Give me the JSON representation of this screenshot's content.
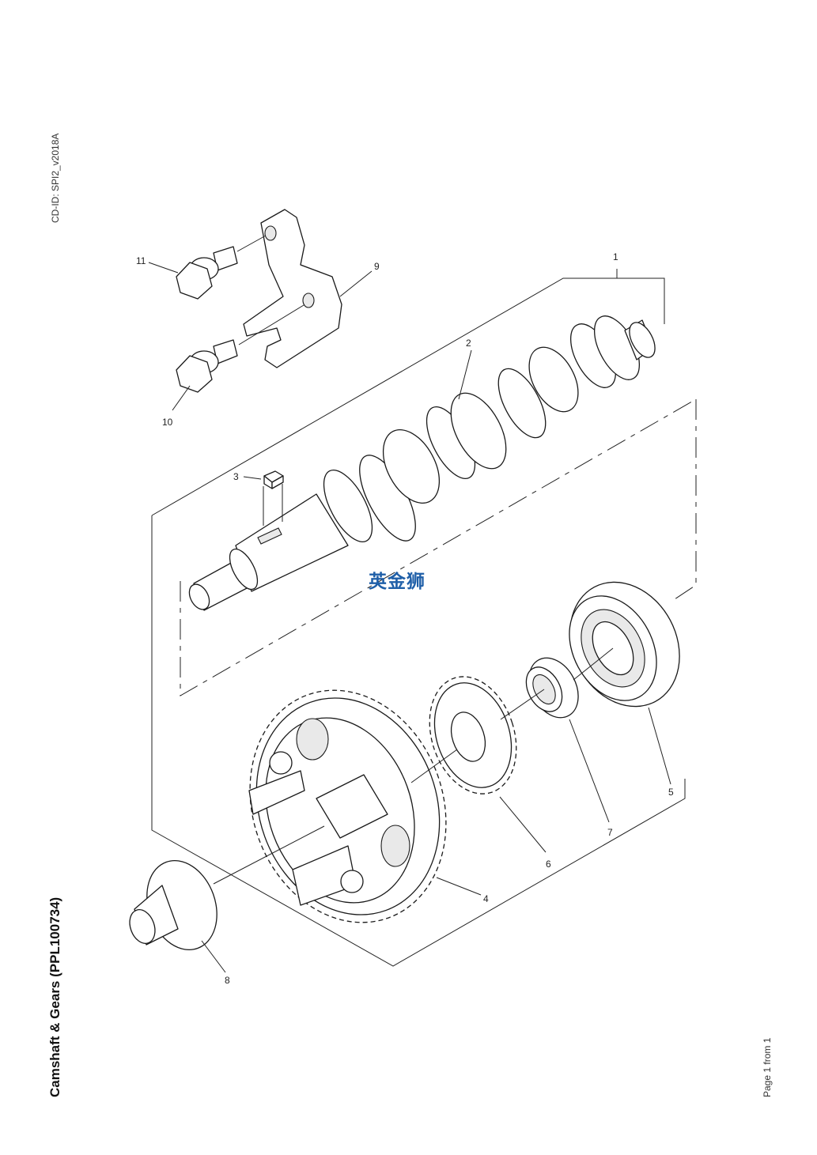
{
  "header": {
    "cd_id": "CD-ID: SPI2_v2018A"
  },
  "footer": {
    "title": "Camshaft & Gears (PPL100734)",
    "page_info": "Page 1 from 1"
  },
  "watermark": {
    "logo_text": "英金狮",
    "color": "#1f5fa8"
  },
  "callouts": [
    "1",
    "2",
    "3",
    "4",
    "5",
    "6",
    "7",
    "8",
    "9",
    "10",
    "11"
  ]
}
